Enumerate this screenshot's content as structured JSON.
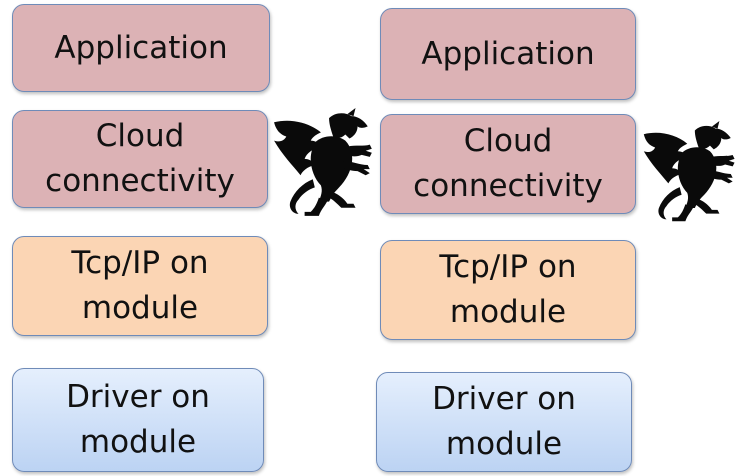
{
  "left_stack": {
    "application": "Application",
    "cloud": "Cloud\nconnectivity",
    "tcp": "Tcp/IP  on\nmodule",
    "driver": "Driver on\nmodule"
  },
  "right_stack": {
    "application": "Application",
    "cloud": "Cloud\nconnectivity",
    "tcp": "Tcp/IP  on\nmodule",
    "driver": "Driver on\nmodule"
  },
  "colors": {
    "application": "#dcb2b5",
    "cloud": "#dcb2b5",
    "tcp": "#fbd5b4",
    "driver_top": "#e5effd",
    "driver_bottom": "#bcd3f3",
    "border": "#6f8bb8"
  },
  "icons": {
    "left_emblem": "griffin-icon",
    "right_emblem": "griffin-icon"
  }
}
